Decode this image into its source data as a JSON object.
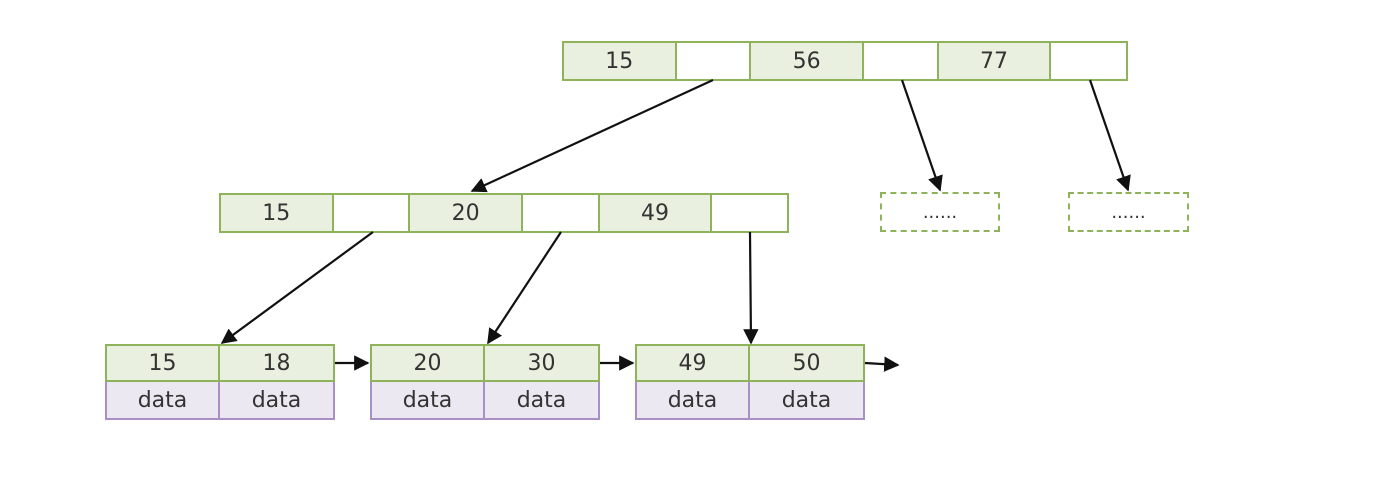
{
  "root": {
    "keys": [
      "15",
      "56",
      "77"
    ]
  },
  "internal": {
    "keys": [
      "15",
      "20",
      "49"
    ]
  },
  "placeholders": [
    "......",
    "......"
  ],
  "leaves": [
    {
      "keys": [
        "15",
        "18"
      ],
      "data": [
        "data",
        "data"
      ]
    },
    {
      "keys": [
        "20",
        "30"
      ],
      "data": [
        "data",
        "data"
      ]
    },
    {
      "keys": [
        "49",
        "50"
      ],
      "data": [
        "data",
        "data"
      ]
    }
  ],
  "colors": {
    "node_border": "#8fb35a",
    "key_fill": "#eaf0df",
    "data_border": "#a98fc4",
    "data_fill": "#ece8f1",
    "arrow": "#111111"
  }
}
